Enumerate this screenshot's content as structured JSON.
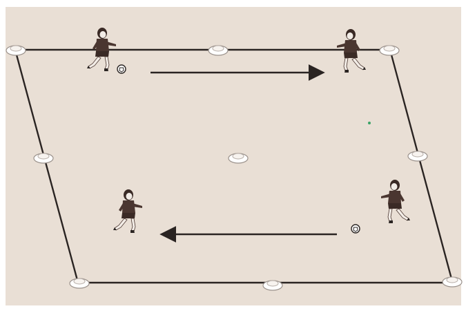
{
  "diagram": {
    "kind": "soccer passing drill",
    "pitch_color": "#e9dfd5",
    "frame_color": "#ffffff",
    "line_color": "#2a2422",
    "cone_fill": "#ffffff",
    "cone_stroke": "#9a918b",
    "player_color": "#4a3630",
    "player_skin": "#f2ece6",
    "accent_dot_color": "#3aa366",
    "cones": [
      "corner-top-left",
      "mid-top",
      "corner-top-right",
      "mid-left",
      "center",
      "mid-right",
      "corner-bottom-left",
      "mid-bottom",
      "corner-bottom-right"
    ],
    "players": [
      {
        "id": "top-left-player",
        "has_ball": true
      },
      {
        "id": "top-right-player",
        "has_ball": false
      },
      {
        "id": "bottom-left-player",
        "has_ball": false
      },
      {
        "id": "bottom-right-player",
        "has_ball": true
      }
    ],
    "arrows": [
      {
        "id": "top-pass",
        "direction": "right"
      },
      {
        "id": "bottom-pass",
        "direction": "left"
      }
    ]
  }
}
